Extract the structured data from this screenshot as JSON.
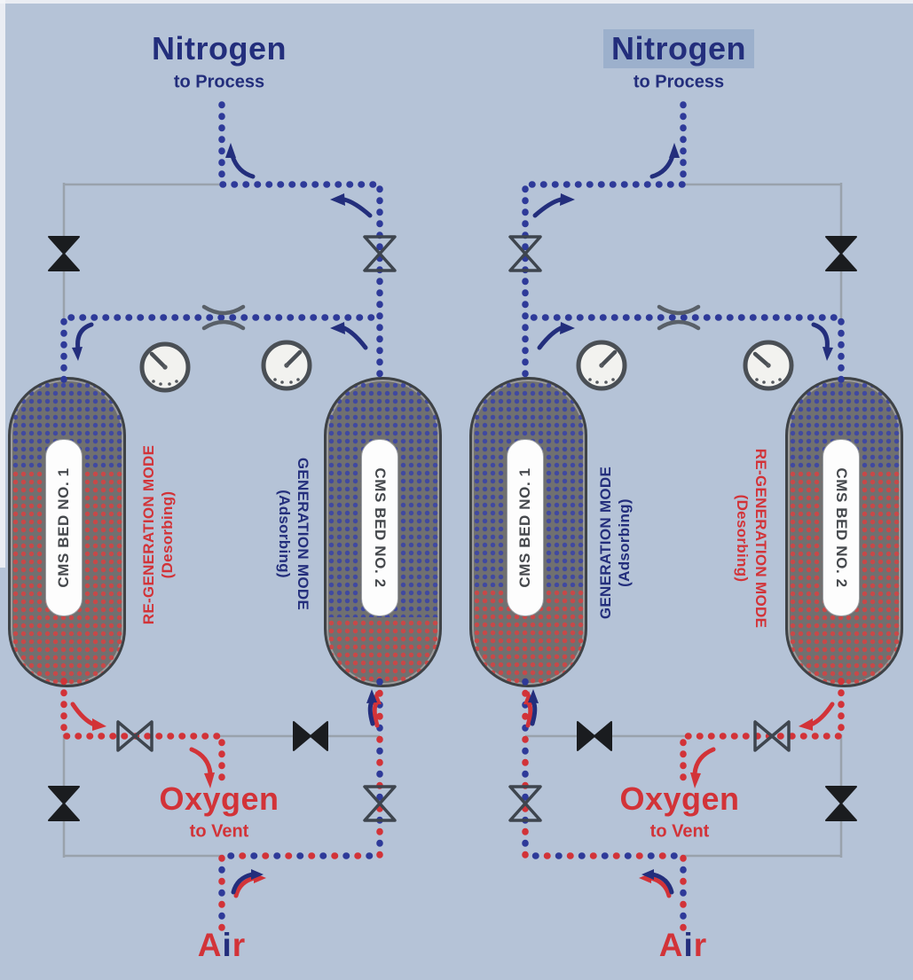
{
  "diagram_title": "PSA nitrogen generator twin-bed process diagram",
  "colors": {
    "bg": "#b5c3d7",
    "navy": "#232e7c",
    "dot_navy": "#2e3a99",
    "red": "#d23338",
    "pipe": "#99a2ac",
    "valve": "#1a1c1f",
    "valve_open": "#3e454e",
    "vessel_fill": "#707070",
    "vessel_outline": "#3e4246",
    "dot_blue": "#4049a0",
    "dot_red": "#c84848",
    "gauge_face": "#f2f2ef",
    "gauge_ring": "#4a4f55",
    "pill_bg": "#fdfdfd",
    "pill_text": "#45484c",
    "highlight": "#9cb0cc",
    "frame": "#f3f5f8"
  },
  "icons": {
    "closed_valve": "filled-hourglass-valve",
    "open_valve": "outlined-hourglass-valve",
    "restrictor": "orifice-pinch-arcs",
    "gauge": "pressure-gauge-dial",
    "flow_arrow": "curved-flow-arrow"
  },
  "panels": [
    {
      "side": "left",
      "nitrogen": {
        "title": "Nitrogen",
        "subtitle": "to Process",
        "highlighted": false
      },
      "oxygen": {
        "title": "Oxygen",
        "subtitle": "to Vent"
      },
      "air": {
        "word": "Air",
        "letters": [
          {
            "char": "A",
            "color": "red"
          },
          {
            "char": "i",
            "color": "navy"
          },
          {
            "char": "r",
            "color": "red"
          }
        ]
      },
      "beds": [
        {
          "label": "CMS BED NO. 1",
          "mode_line1": "RE-GENERATION MODE",
          "mode_line2": "(Desorbing)",
          "mode": "desorbing",
          "fill_blue_style": "height:29%",
          "fill_red_style": "height:71%"
        },
        {
          "label": "CMS BED NO. 2",
          "mode_line1": "GENERATION MODE",
          "mode_line2": "(Adsorbing)",
          "mode": "adsorbing",
          "fill_blue_style": "height:78%",
          "fill_red_style": "height:22%"
        }
      ],
      "gauges": [
        {
          "reading": "low"
        },
        {
          "reading": "high"
        }
      ],
      "valves": {
        "top_left": "closed",
        "top_right": "open",
        "vent_line": "open",
        "crossover": "closed",
        "bottom_left": "closed",
        "bottom_right": "open"
      }
    },
    {
      "side": "right",
      "nitrogen": {
        "title": "Nitrogen",
        "subtitle": "to Process",
        "highlighted": true
      },
      "oxygen": {
        "title": "Oxygen",
        "subtitle": "to Vent"
      },
      "air": {
        "word": "Air",
        "letters": [
          {
            "char": "A",
            "color": "red"
          },
          {
            "char": "i",
            "color": "navy"
          },
          {
            "char": "r",
            "color": "red"
          }
        ]
      },
      "beds": [
        {
          "label": "CMS BED NO. 1",
          "mode_line1": "GENERATION MODE",
          "mode_line2": "(Adsorbing)",
          "mode": "adsorbing",
          "fill_blue_style": "height:68%",
          "fill_red_style": "height:32%"
        },
        {
          "label": "CMS BED NO. 2",
          "mode_line1": "RE-GENERATION MODE",
          "mode_line2": "(Desorbing)",
          "mode": "desorbing",
          "fill_blue_style": "height:29%",
          "fill_red_style": "height:71%"
        }
      ],
      "gauges": [
        {
          "reading": "high"
        },
        {
          "reading": "low"
        }
      ],
      "valves": {
        "top_left": "open",
        "top_right": "closed",
        "vent_line": "open",
        "crossover": "closed",
        "bottom_left": "open",
        "bottom_right": "closed"
      }
    }
  ]
}
